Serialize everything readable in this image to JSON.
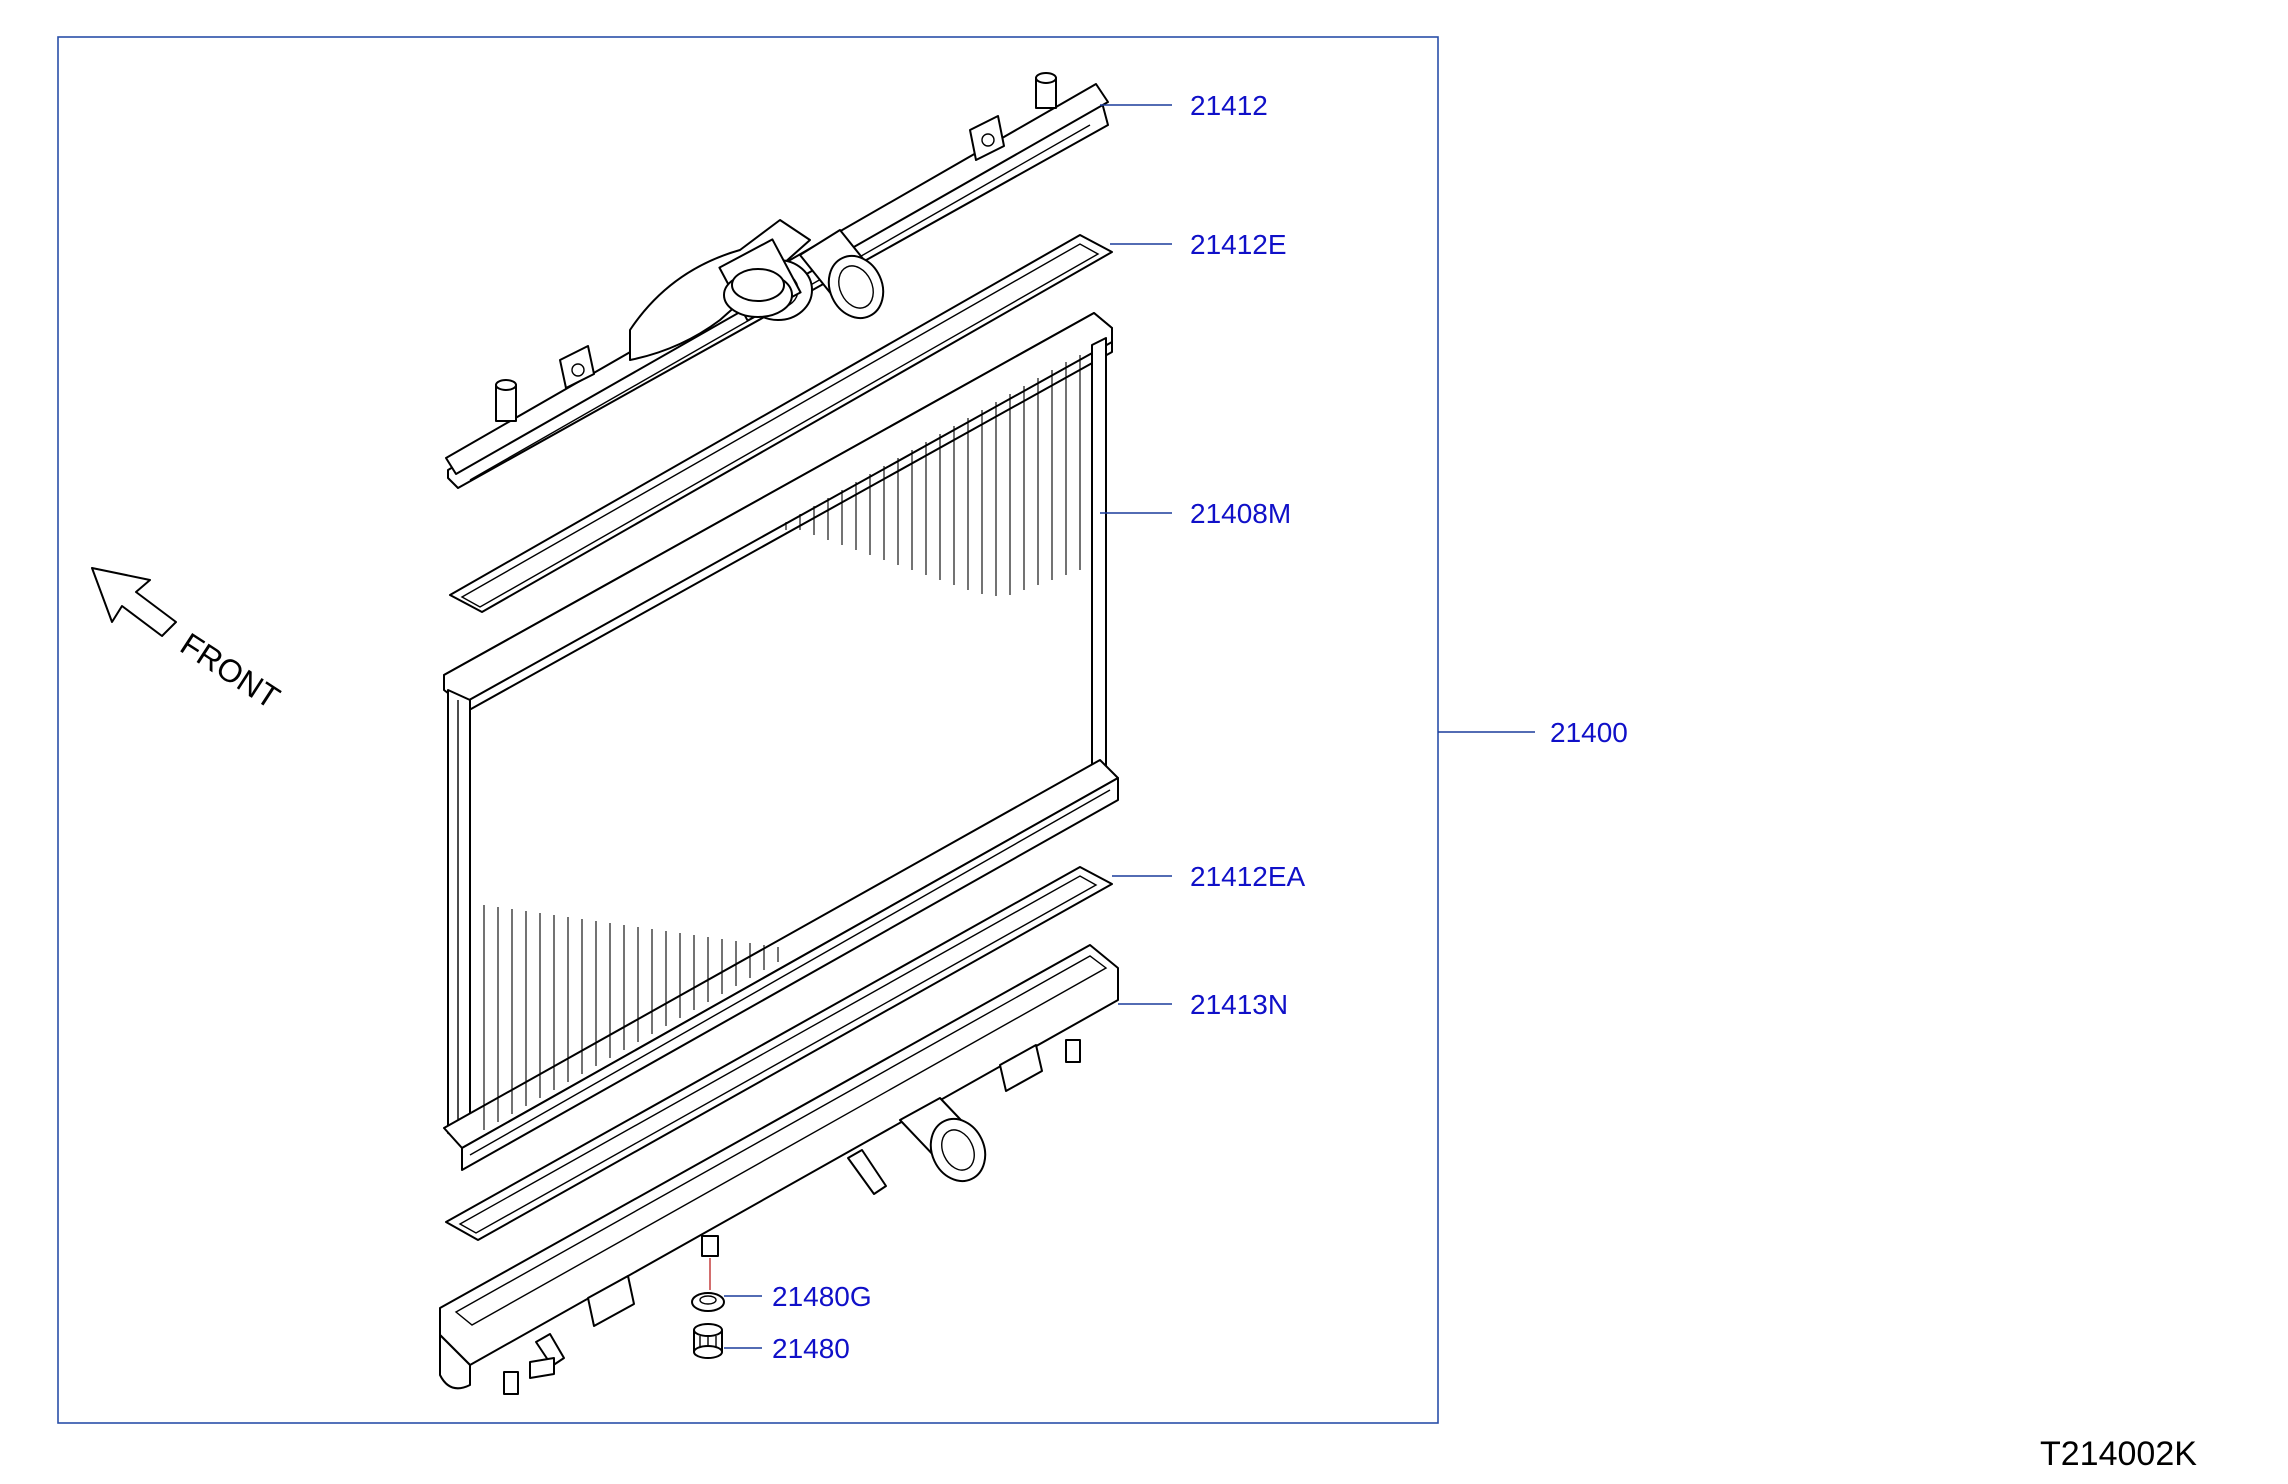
{
  "diagram": {
    "callouts": {
      "upper_tank": "21412",
      "upper_gasket": "21412E",
      "core": "21408M",
      "assembly": "21400",
      "lower_gasket": "21412EA",
      "lower_tank": "21413N",
      "drain_washer": "21480G",
      "drain_plug": "21480"
    },
    "front_label": "FRONT",
    "drawing_id": "T214002K",
    "colors": {
      "frame": "#2a4fa8",
      "leader": "#1a3c9c",
      "callout_text": "#1010c8",
      "line_art": "#000000"
    }
  }
}
